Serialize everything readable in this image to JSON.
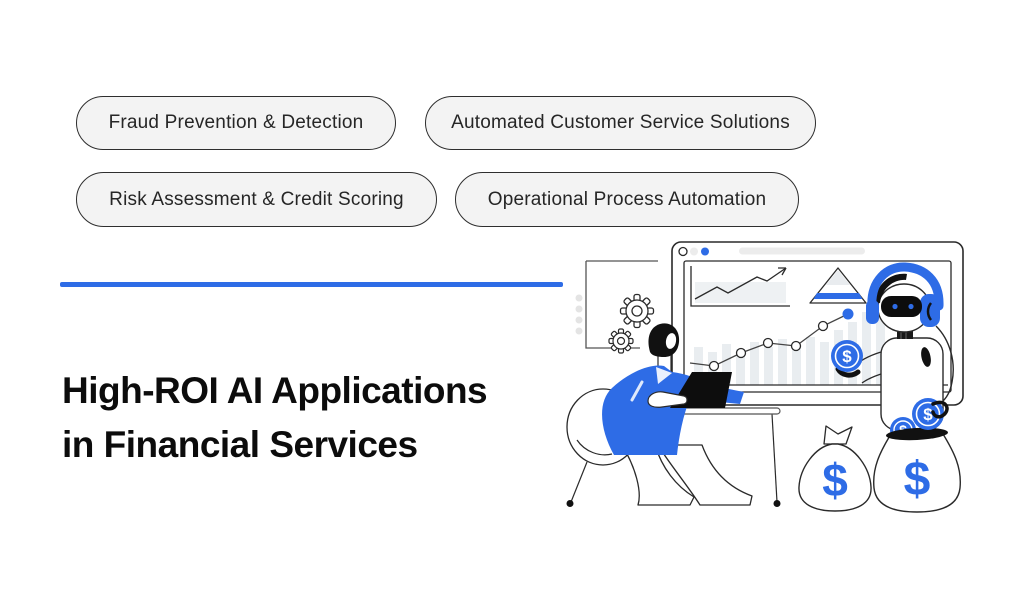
{
  "page": {
    "background": "#ffffff"
  },
  "tags": [
    {
      "label": "Fraud Prevention & Detection"
    },
    {
      "label": "Automated Customer Service Solutions"
    },
    {
      "label": "Risk Assessment & Credit Scoring"
    },
    {
      "label": "Operational Process Automation"
    }
  ],
  "title": {
    "line1": "High-ROI AI Applications",
    "line2": "in Financial Services"
  },
  "colors": {
    "accent_blue": "#2e6ce6",
    "ink": "#0c0c0c",
    "pill_bg": "#f3f3f3",
    "pill_border": "#2e2e2e",
    "light_gray": "#e9edf0"
  },
  "illustration": {
    "description": "Person with laptop at desk in front of a large dashboard screen showing a rising line chart, bar chart and pyramid chart; robot assistant with blue headphones; gears; money bags and blue dollar coins",
    "dollar_sign": "$",
    "icons": [
      "monitor-dashboard-icon",
      "line-chart-icon",
      "bar-chart-icon",
      "pyramid-chart-icon",
      "gear-icon",
      "robot-icon",
      "headphones-icon",
      "dollar-coin-icon",
      "money-bag-icon",
      "laptop-icon",
      "person-icon"
    ]
  }
}
